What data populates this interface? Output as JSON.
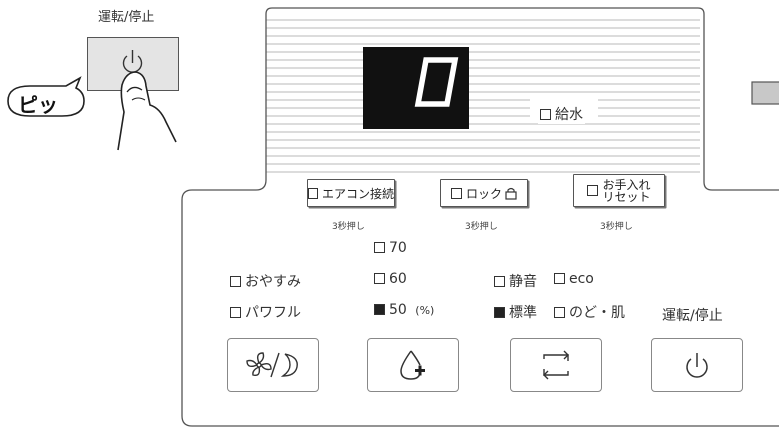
{
  "top_left": {
    "label": "運転/停止",
    "bubble_text": "ピッ"
  },
  "display": {
    "digit": "0"
  },
  "water_supply": {
    "label": "給水"
  },
  "upper_buttons": [
    {
      "label": "エアコン接続",
      "hint": "3秒押し"
    },
    {
      "label": "ロック",
      "hint": "3秒押し"
    },
    {
      "label_line1": "お手入れ",
      "label_line2": "リセット",
      "hint": "3秒押し"
    }
  ],
  "mode_options": {
    "left": [
      "おやすみ",
      "パワフル"
    ],
    "humidity": [
      {
        "label": "70",
        "selected": false
      },
      {
        "label": "60",
        "selected": false
      },
      {
        "label": "50",
        "unit": "(%)",
        "selected": true
      }
    ],
    "fan": [
      {
        "label": "静音",
        "selected": false
      },
      {
        "label": "eco",
        "selected": false
      },
      {
        "label": "標準",
        "selected": true
      },
      {
        "label": "のど・肌",
        "selected": false
      }
    ]
  },
  "power_label": "運転/停止",
  "colors": {
    "display_bg": "#111111",
    "panel_line": "#555555",
    "stripe": "#d0d0d0"
  }
}
